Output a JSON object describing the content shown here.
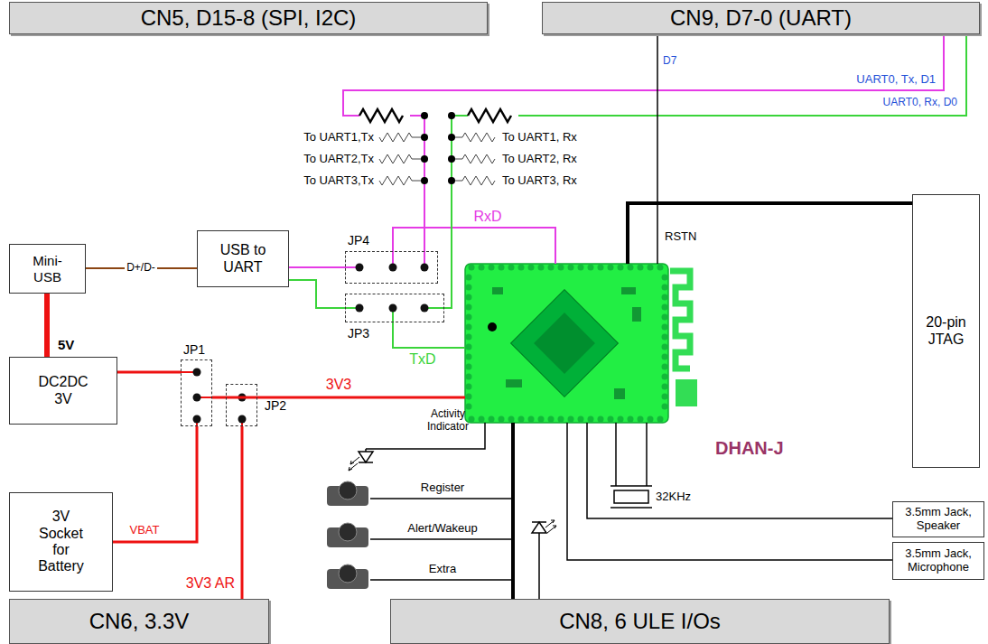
{
  "diagram": {
    "nodes": [
      {
        "text": [
          "CN5, D15-8 (SPI, I2C)"
        ]
      },
      {
        "text": [
          "CN9, D7-0 (UART)"
        ]
      },
      {
        "text": [
          "Mini-USB"
        ]
      },
      {
        "text": [
          "USB to UART"
        ]
      },
      {
        "text": [
          "DC2DC 3V"
        ]
      },
      {
        "text": [
          "3V Socket for Battery"
        ]
      },
      {
        "text": [
          "20-pin JTAG"
        ]
      },
      {
        "text": [
          "CN6, 3.3V"
        ]
      },
      {
        "text": [
          "CN8, 6 ULE I/Os"
        ]
      },
      {
        "text": [
          "3.5mm Jack, Speaker"
        ]
      },
      {
        "text": [
          "3.5mm Jack, Microphone"
        ]
      },
      {
        "text": [
          "DHAN-J"
        ]
      },
      {
        "text": [
          "JP1"
        ]
      },
      {
        "text": [
          "JP2"
        ]
      },
      {
        "text": [
          "JP4"
        ]
      },
      {
        "text": [
          "JP3"
        ]
      }
    ],
    "edges": [
      {
        "from": 2,
        "to": 3,
        "arrow": "none",
        "label": "D+/D-"
      },
      {
        "from": 2,
        "to": 4,
        "arrow": "none",
        "label": "5V"
      },
      {
        "from": 4,
        "to": 12,
        "arrow": "none"
      },
      {
        "from": 12,
        "to": 11,
        "arrow": "none",
        "label": "3V3"
      },
      {
        "from": 5,
        "to": 12,
        "arrow": "none",
        "label": "VBAT"
      },
      {
        "from": 13,
        "to": 7,
        "arrow": "none",
        "label": "3V3 AR"
      },
      {
        "from": 3,
        "to": 14,
        "arrow": "none"
      },
      {
        "from": 3,
        "to": 15,
        "arrow": "none"
      },
      {
        "from": 14,
        "to": 11,
        "arrow": "none",
        "label": "RxD"
      },
      {
        "from": 15,
        "to": 11,
        "arrow": "none",
        "label": "TxD"
      },
      {
        "from": 14,
        "to": 1,
        "arrow": "none",
        "label": "UART0, Tx, D1"
      },
      {
        "from": 15,
        "to": 1,
        "arrow": "none",
        "label": "UART0, Rx, D0"
      },
      {
        "from": 11,
        "to": 6,
        "arrow": "none"
      },
      {
        "from": 11,
        "to": 8,
        "arrow": "none"
      },
      {
        "from": 11,
        "to": 9,
        "arrow": "none"
      },
      {
        "from": 11,
        "to": 10,
        "arrow": "none"
      },
      {
        "from": 11,
        "to": 1,
        "arrow": "none"
      }
    ],
    "labels": [
      "To UART1,Tx",
      "To UART2,Tx",
      "To UART3,Tx",
      "To UART1, Rx",
      "To UART2, Rx",
      "To UART3, Rx",
      "D7",
      "RSTN",
      "Activity Indicator",
      "Register",
      "Alert/Wakeup",
      "Extra",
      "32KHz"
    ]
  }
}
